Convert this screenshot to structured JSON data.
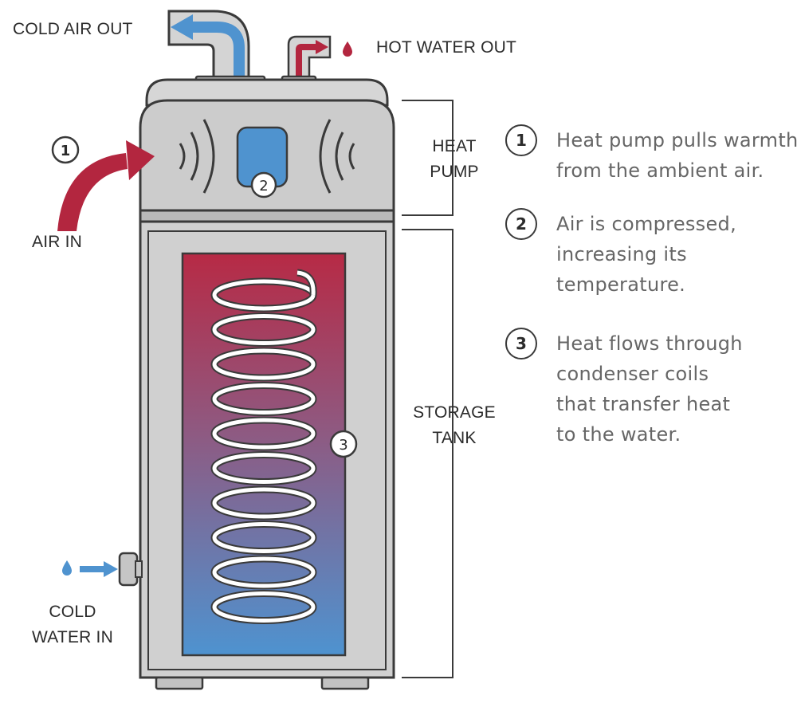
{
  "labels": {
    "cold_air_out": "COLD AIR OUT",
    "hot_water_out": "HOT WATER OUT",
    "heat_pump": [
      "HEAT",
      "PUMP"
    ],
    "storage_tank": [
      "STORAGE",
      "TANK"
    ],
    "air_in": "AIR IN",
    "cold_water_in": [
      "COLD",
      "WATER IN"
    ]
  },
  "markers": {
    "m1": "1",
    "m2": "2",
    "m3": "3"
  },
  "legend": [
    {
      "num": "1",
      "lines": [
        "Heat pump pulls warmth",
        "from the ambient air."
      ]
    },
    {
      "num": "2",
      "lines": [
        "Air is compressed,",
        "increasing its",
        "temperature."
      ]
    },
    {
      "num": "3",
      "lines": [
        "Heat flows through",
        "condenser coils",
        "that transfer heat",
        "to the water."
      ]
    }
  ],
  "colors": {
    "hot_red": "#b3263f",
    "cold_blue": "#4f93cf",
    "body_gray": "#d0d0d0",
    "outline": "#3a3a3a"
  }
}
